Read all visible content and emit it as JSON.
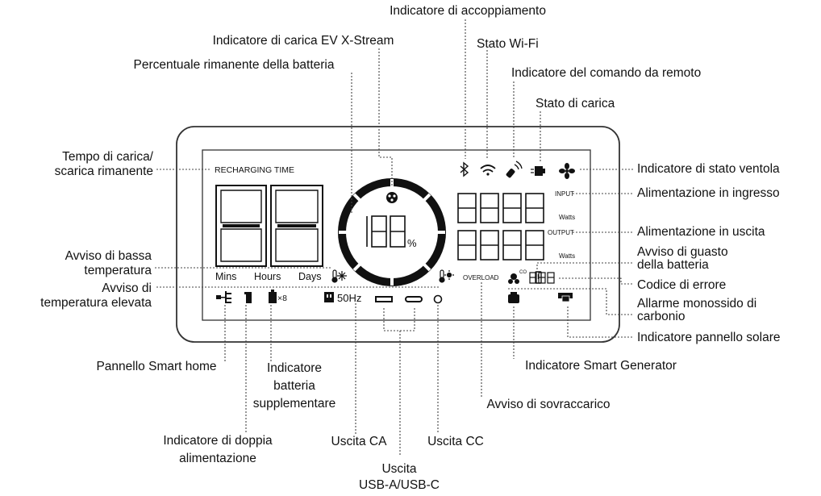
{
  "labels": {
    "pairing": "Indicatore di accoppiamento",
    "ev_xstream": "Indicatore di carica EV X-Stream",
    "wifi": "Stato Wi-Fi",
    "battery_pct": "Percentuale rimanente della batteria",
    "remote": "Indicatore del comando da remoto",
    "charge_state": "Stato di carica",
    "time_remaining": "Tempo di carica/\nscarica rimanente",
    "fan": "Indicatore di stato ventola",
    "input_power": "Alimentazione in ingresso",
    "output_power": "Alimentazione in uscita",
    "low_temp": "Avviso di bassa\ntemperatura",
    "battery_fault": "Avviso di guasto\ndella batteria",
    "high_temp": "Avviso di\ntemperatura elevata",
    "error_code": "Codice di errore",
    "co_alarm": "Allarme monossido di\ncarbonio",
    "solar": "Indicatore pannello solare",
    "smart_home": "Pannello Smart home",
    "extra_battery": "Indicatore\nbatteria\nsupplementare",
    "smart_generator": "Indicatore Smart Generator",
    "overload": "Avviso di sovraccarico",
    "dual_power": "Indicatore di doppia\nalimentazione",
    "ac_out": "Uscita CA",
    "dc_out": "Uscita CC",
    "usb_out": "Uscita\nUSB-A/USB-C"
  },
  "display": {
    "recharging_time": "RECHARGING TIME",
    "mins": "Mins",
    "hours": "Hours",
    "days": "Days",
    "input": "INPUT",
    "output": "OUTPUT",
    "watts": "Watts",
    "overload": "OVERLOAD",
    "percent_sign": "%",
    "freq": "50Hz",
    "co": "CO",
    "x8": "×8"
  }
}
